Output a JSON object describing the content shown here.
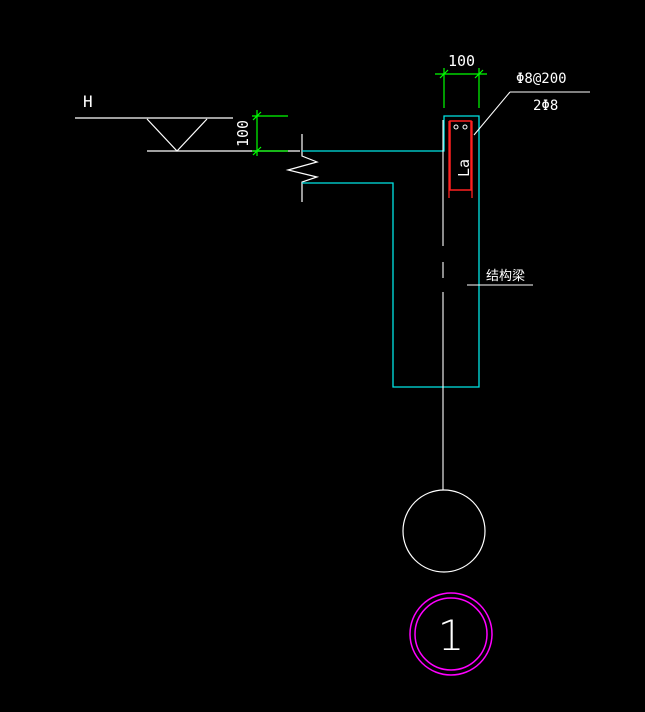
{
  "drawing": {
    "level_label": "H",
    "dimension_top": "100",
    "dimension_side": "100",
    "rebar_spec_line1": "Φ8@200",
    "rebar_spec_line2": "2Φ8",
    "anchorage_label": "La",
    "beam_label": "结构梁",
    "section_number": "1"
  },
  "colors": {
    "background": "#000000",
    "outline": "#00e5e5",
    "lines": "#ffffff",
    "dimension": "#00ff00",
    "rebar": "#ff2020",
    "section_marker": "#ff00ff"
  }
}
